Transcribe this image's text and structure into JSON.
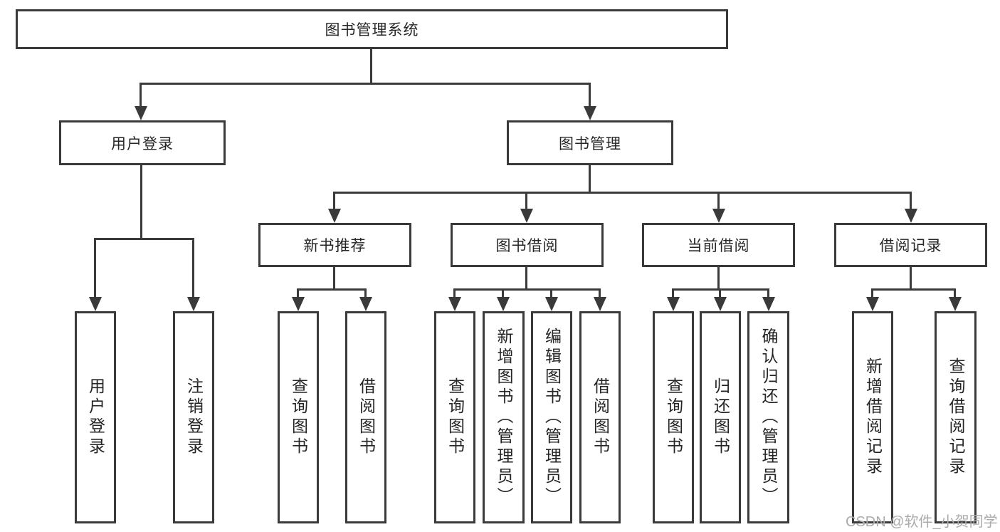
{
  "diagram_title": "图书管理系统",
  "nodes": {
    "root": {
      "label": "图书管理系统"
    },
    "user_login_branch": {
      "label": "用户登录"
    },
    "book_mgmt_branch": {
      "label": "图书管理"
    },
    "new_book_rec": {
      "label": "新书推荐"
    },
    "book_borrow": {
      "label": "图书借阅"
    },
    "current_borrow": {
      "label": "当前借阅"
    },
    "borrow_records": {
      "label": "借阅记录"
    },
    "leaf_user_login": {
      "label": "用户登录"
    },
    "leaf_logout": {
      "label": "注销登录"
    },
    "leaf_nbr_query": {
      "label": "查询图书"
    },
    "leaf_nbr_borrow": {
      "label": "借阅图书"
    },
    "leaf_bb_query": {
      "label": "查询图书"
    },
    "leaf_bb_add": {
      "label": "新增图书（管理员）"
    },
    "leaf_bb_edit": {
      "label": "编辑图书（管理员）"
    },
    "leaf_bb_borrow": {
      "label": "借阅图书"
    },
    "leaf_cb_query": {
      "label": "查询图书"
    },
    "leaf_cb_return": {
      "label": "归还图书"
    },
    "leaf_cb_confirm": {
      "label": "确认归还（管理员）"
    },
    "leaf_br_add": {
      "label": "新增借阅记录"
    },
    "leaf_br_query": {
      "label": "查询借阅记录"
    }
  },
  "watermark": {
    "text": "CSDN @软件_小贺同学"
  },
  "colors": {
    "line": "#3a3a3a",
    "text": "#252525",
    "box_background": "#ffffff",
    "watermark": "#ababab"
  }
}
